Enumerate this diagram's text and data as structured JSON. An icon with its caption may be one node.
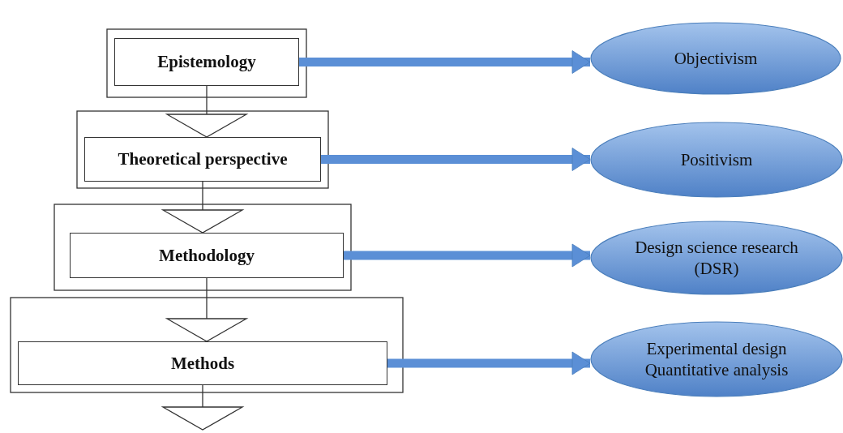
{
  "diagram": {
    "nodes": [
      {
        "text": [
          "Epistemology"
        ]
      },
      {
        "text": [
          "Theoretical perspective"
        ]
      },
      {
        "text": [
          "Methodology"
        ]
      },
      {
        "text": [
          "Methods"
        ]
      },
      {
        "text": [
          "Objectivism"
        ]
      },
      {
        "text": [
          "Positivism"
        ]
      },
      {
        "text": [
          "Design science research (DSR)"
        ]
      },
      {
        "text": [
          "Experimental design",
          "Quantitative analysis"
        ]
      }
    ],
    "edges": [
      {
        "from": 0,
        "to": 1,
        "arrow": "to"
      },
      {
        "from": 1,
        "to": 2,
        "arrow": "to"
      },
      {
        "from": 2,
        "to": 3,
        "arrow": "to"
      },
      {
        "from": 3,
        "to": null,
        "arrow": "to"
      },
      {
        "from": 0,
        "to": 4,
        "arrow": "to",
        "style": "thick",
        "color": "#5b8fd6"
      },
      {
        "from": 1,
        "to": 5,
        "arrow": "to",
        "style": "thick",
        "color": "#5b8fd6"
      },
      {
        "from": 2,
        "to": 6,
        "arrow": "to",
        "style": "thick",
        "color": "#5b8fd6"
      },
      {
        "from": 3,
        "to": 7,
        "arrow": "to",
        "style": "thick",
        "color": "#5b8fd6"
      }
    ]
  }
}
